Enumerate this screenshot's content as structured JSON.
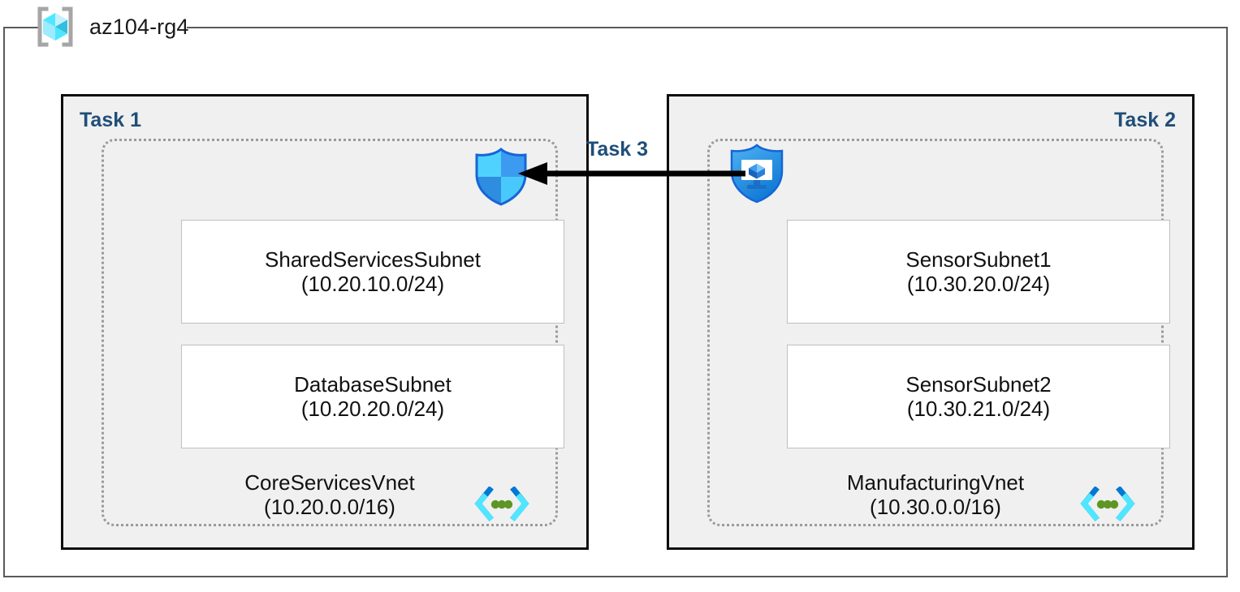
{
  "resource_group": {
    "name": "az104-rg4",
    "icon": "azure-resource-group-cube-icon"
  },
  "colors": {
    "task_label": "#1F4E79",
    "panel_fill": "#F0F0F0",
    "panel_border": "#0D0D0D",
    "vnet_dotted_border": "#9A9A9A",
    "subnet_border": "#BFBFBF",
    "rg_frame": "#5A5A5A",
    "arrow": "#000000",
    "azure_blue": "#0078D4",
    "cube_cyan": "#50E6FF",
    "vnet_icon_green": "#5E9624"
  },
  "tasks": [
    {
      "id": "task-1",
      "label": "Task 1",
      "label_align": "left",
      "vnet": {
        "name": "CoreServicesVnet",
        "cidr": "(10.20.0.0/16)",
        "icon": "azure-virtual-network-icon",
        "subnets": [
          {
            "name": "SharedServicesSubnet",
            "cidr": "(10.20.10.0/24)"
          },
          {
            "name": "DatabaseSubnet",
            "cidr": "(10.20.20.0/24)"
          }
        ]
      }
    },
    {
      "id": "task-2",
      "label": "Task 2",
      "label_align": "right",
      "vnet": {
        "name": "ManufacturingVnet",
        "cidr": "(10.30.0.0/16)",
        "icon": "azure-virtual-network-icon",
        "subnets": [
          {
            "name": "SensorSubnet1",
            "cidr": "(10.30.20.0/24)"
          },
          {
            "name": "SensorSubnet2",
            "cidr": "(10.30.21.0/24)"
          }
        ]
      }
    }
  ],
  "connector": {
    "label": "Task 3",
    "direction": "right-to-left",
    "arrow_style": "solid-filled-head",
    "source_icon": "shield-vm-icon",
    "target_icon": "shield-firewall-icon"
  }
}
